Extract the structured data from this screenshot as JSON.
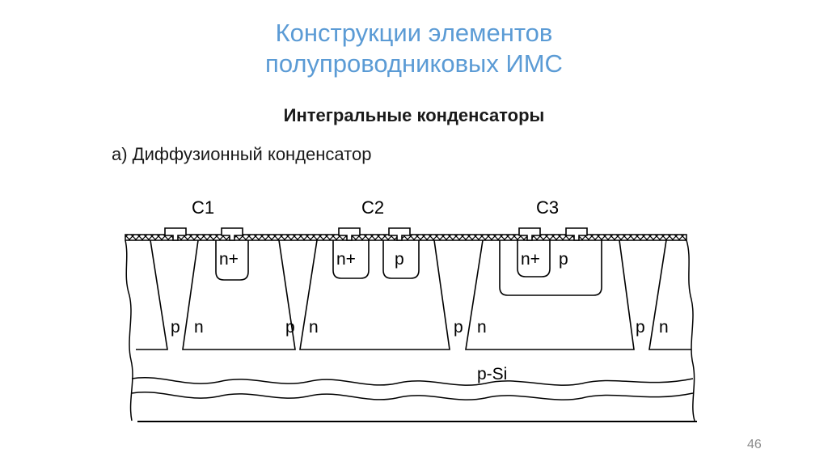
{
  "slide": {
    "title_line1": "Конструкции элементов",
    "title_line2": "полупроводниковых ИМС",
    "subtitle": "Интегральные конденсаторы",
    "caption": "а) Диффузионный конденсатор",
    "page_number": "46"
  },
  "diagram": {
    "capacitor_labels": [
      "C1",
      "C2",
      "C3"
    ],
    "c1_region": "n+",
    "c2_region_left": "n+",
    "c2_region_right": "p",
    "c3_region_left": "n+",
    "c3_region_right": "p",
    "p_label": "p",
    "n_label": "n",
    "substrate_label": "p-Si"
  }
}
